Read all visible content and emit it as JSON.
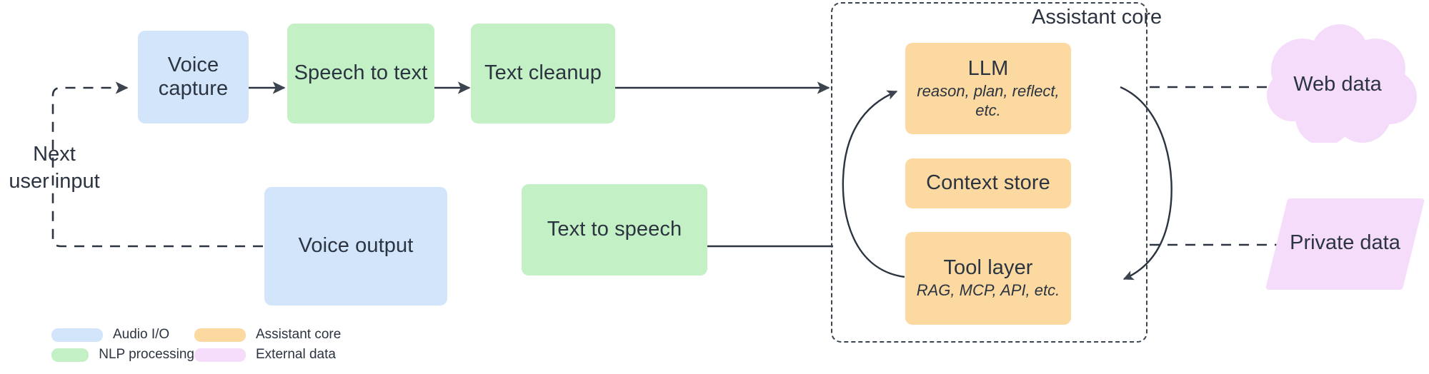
{
  "diagram": {
    "title_internal": "Voice assistant pipeline",
    "core_group": {
      "label": "Assistant core"
    },
    "feedback_label": "Next\nuser input",
    "feedback_label_line1": "Next",
    "feedback_label_line2": "user input",
    "nodes": [
      {
        "id": "voice-capture",
        "label": "Voice capture",
        "sub": "",
        "category": "Audio I/O"
      },
      {
        "id": "speech-to-text",
        "label": "Speech to text",
        "sub": "",
        "category": "NLP processing"
      },
      {
        "id": "text-cleanup",
        "label": "Text cleanup",
        "sub": "",
        "category": "NLP processing"
      },
      {
        "id": "llm",
        "label": "LLM",
        "sub": "reason, plan, reflect, etc.",
        "category": "Assistant core"
      },
      {
        "id": "context-store",
        "label": "Context store",
        "sub": "",
        "category": "Assistant core"
      },
      {
        "id": "tool-layer",
        "label": "Tool layer",
        "sub": "RAG, MCP, API, etc.",
        "category": "Assistant core"
      },
      {
        "id": "text-to-speech",
        "label": "Text to speech",
        "sub": "",
        "category": "NLP processing"
      },
      {
        "id": "voice-output",
        "label": "Voice output",
        "sub": "",
        "category": "Audio I/O"
      },
      {
        "id": "web-data",
        "label": "Web data",
        "sub": "",
        "category": "External data"
      },
      {
        "id": "private-data",
        "label": "Private data",
        "sub": "",
        "category": "External data"
      }
    ],
    "legend": [
      {
        "label": "Audio I/O",
        "color": "#d3e5fb"
      },
      {
        "label": "Assistant core",
        "color": "#fcd9a0"
      },
      {
        "label": "NLP processing",
        "color": "#c4f0c5"
      },
      {
        "label": "External data",
        "color": "#f5dcfa"
      }
    ],
    "colors": {
      "audio_io": "#d3e5fb",
      "nlp_processing": "#c4f0c5",
      "assistant_core": "#fcd9a0",
      "external_data": "#f5dcfa",
      "stroke": "#2b3440",
      "text": "#2b3440",
      "background": "#ffffff"
    }
  }
}
